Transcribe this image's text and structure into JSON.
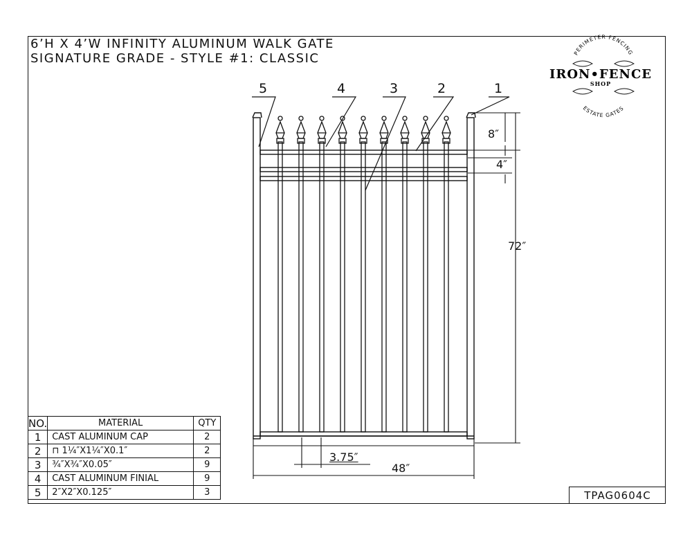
{
  "title": {
    "line1": "6’H X 4’W INFINITY ALUMINUM WALK GATE",
    "line2": "SIGNATURE GRADE - STYLE #1: CLASSIC"
  },
  "logo": {
    "top_text": "PERIMETER FENCING",
    "main_text": "IRON•FENCE",
    "sub_text": "SHOP",
    "bottom_text": "ESTATE GATES"
  },
  "callouts": [
    "5",
    "4",
    "3",
    "2",
    "1"
  ],
  "dimensions": {
    "top_gap": "8″",
    "rail_gap": "4″",
    "height": "72″",
    "picket_spacing": "3.75″",
    "width": "48″"
  },
  "bom": {
    "headers": {
      "no": "NO.",
      "material": "MATERIAL",
      "qty": "QTY"
    },
    "rows": [
      {
        "no": "1",
        "material": "CAST ALUMINUM CAP",
        "qty": "2"
      },
      {
        "no": "2",
        "material": "⊓ 1¼″X1¼″X0.1″",
        "qty": "2"
      },
      {
        "no": "3",
        "material": "¾″X¾″X0.05″",
        "qty": "9"
      },
      {
        "no": "4",
        "material": "CAST ALUMINUM FINIAL",
        "qty": "9"
      },
      {
        "no": "5",
        "material": "2″X2″X0.125″",
        "qty": "3"
      }
    ]
  },
  "part_number": "TPAG0604C"
}
